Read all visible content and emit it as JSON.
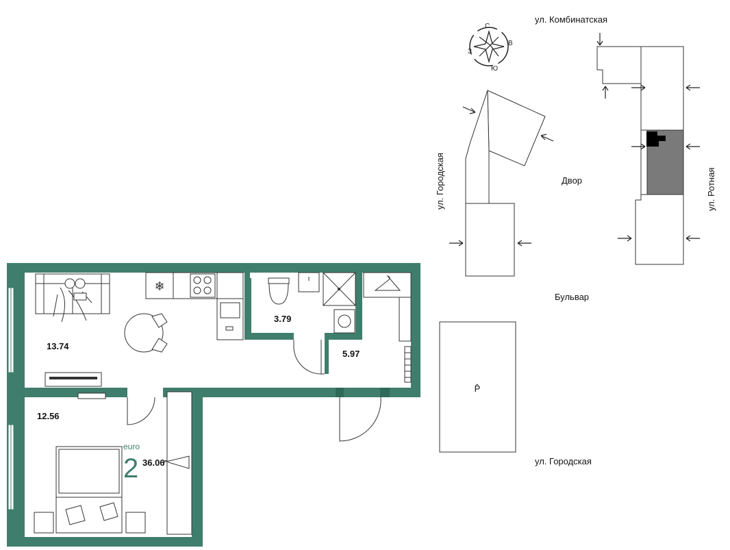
{
  "colors": {
    "wall": "#3f7e6c",
    "wall_dark": "#2f6a59",
    "highlight": "#7a7a7a",
    "line": "#333333"
  },
  "plan": {
    "euro_label": "euro",
    "rooms_count": "2",
    "total_area": "36.06",
    "rooms": {
      "living_kitchen_area": "13.74",
      "bedroom_area": "12.56",
      "bathroom_area": "3.79",
      "hall_area": "5.97"
    }
  },
  "site": {
    "compass": {
      "n": "С",
      "e": "В",
      "s": "Ю",
      "w": "З"
    },
    "street_top": "ул. Комбинатская",
    "street_left": "ул. Городская",
    "street_right": "ул. Ротная",
    "street_bottom": "ул. Городская",
    "yard_label": "Двор",
    "boulevard_label": "Бульвар",
    "parking_label": "P̂",
    "icons": [
      "compass-icon",
      "entrance-arrow-icon"
    ]
  }
}
